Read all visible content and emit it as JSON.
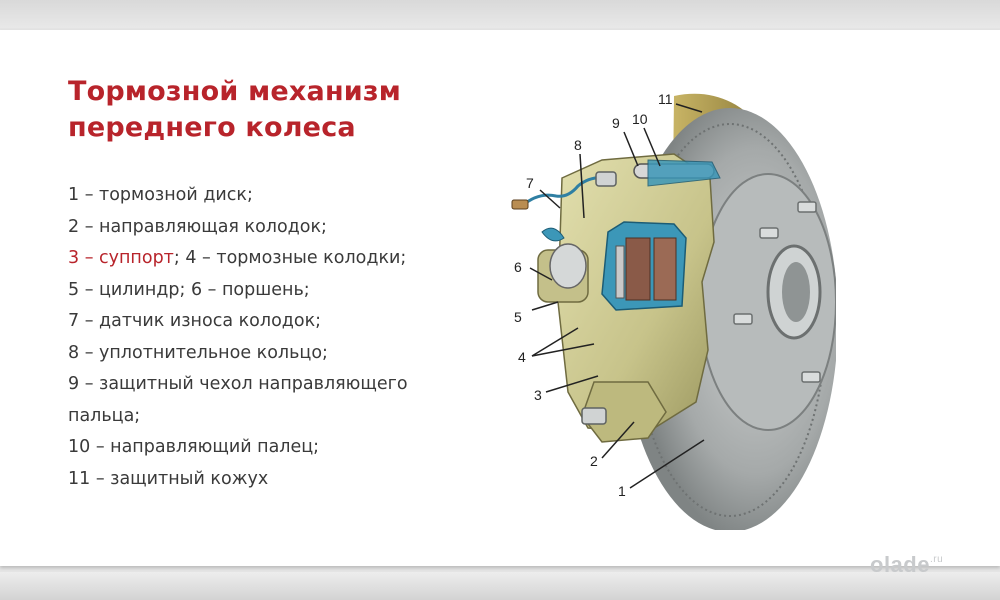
{
  "slide": {
    "title_line1": "Тормозной механизм",
    "title_line2": "переднего колеса",
    "legend": [
      "1 – тормозной диск;",
      "2 – направляющая колодок;",
      "4 – тормозные колодки",
      "5 – цилиндр; 6 – поршень;",
      "7 – датчик износа колодок;",
      "8 – уплотнительное кольцо;",
      "9 – защитный чехол направляющего",
      "пальца;",
      "10 – направляющий палец;",
      "11 – защитный кожух"
    ],
    "legend_highlight": "3 – суппорт",
    "legend_line3_sep": "; ",
    "legend_line3_end": ";",
    "callouts": [
      "1",
      "2",
      "3",
      "4",
      "5",
      "6",
      "7",
      "8",
      "9",
      "10",
      "11"
    ]
  },
  "watermark": {
    "name": "olade",
    "suffix": ".ru"
  },
  "colors": {
    "accent": "#b8242b",
    "text": "#3a3a3a",
    "disc": "#a7abab",
    "caliper": "#cdc891",
    "cutaway": "#3c97b8",
    "pads": "#8a5a48"
  }
}
